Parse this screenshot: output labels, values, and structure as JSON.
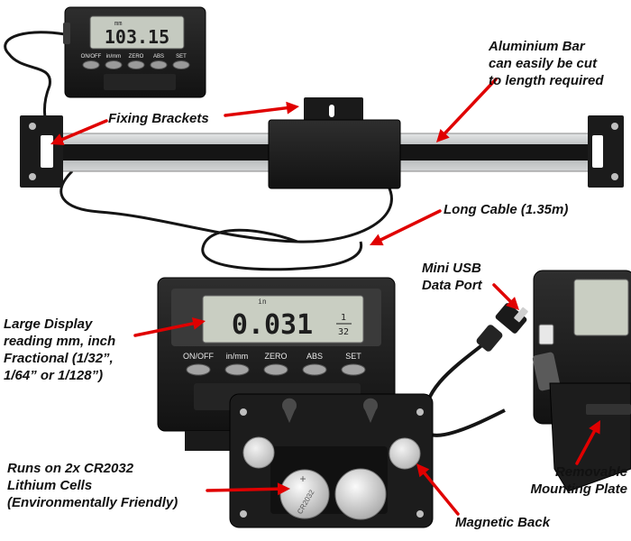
{
  "colors": {
    "arrow": "#e00000",
    "device_body": "#1c1c1c",
    "lcd": "#c9cec2",
    "bar": "#b9bcbd",
    "magnet": "#d8d8d8"
  },
  "small_display": {
    "reading": "103.15",
    "unit": "mm",
    "buttons": [
      "ON/OFF",
      "in/mm",
      "ZERO",
      "ABS",
      "SET"
    ]
  },
  "large_display": {
    "reading": "0.031",
    "unit": "in",
    "fraction_num": "1",
    "fraction_den": "32",
    "buttons": [
      "ON/OFF",
      "in/mm",
      "ZERO",
      "ABS",
      "SET"
    ]
  },
  "battery": {
    "cell_text": "CR2032"
  },
  "labels": {
    "aluminium_bar": [
      "Aluminium Bar",
      "can easily be cut",
      "to length required"
    ],
    "fixing_brackets": "Fixing Brackets",
    "long_cable": "Long Cable (1.35m)",
    "mini_usb": [
      "Mini USB",
      "Data Port"
    ],
    "large_display": [
      "Large Display",
      "reading mm, inch",
      "Fractional (1/32”,",
      "1/64” or 1/128”)"
    ],
    "battery": [
      "Runs on 2x CR2032",
      "Lithium Cells",
      "(Environmentally Friendly)"
    ],
    "magnetic_back": "Magnetic Back",
    "mounting_plate": [
      "Removable",
      "Mounting Plate"
    ]
  }
}
